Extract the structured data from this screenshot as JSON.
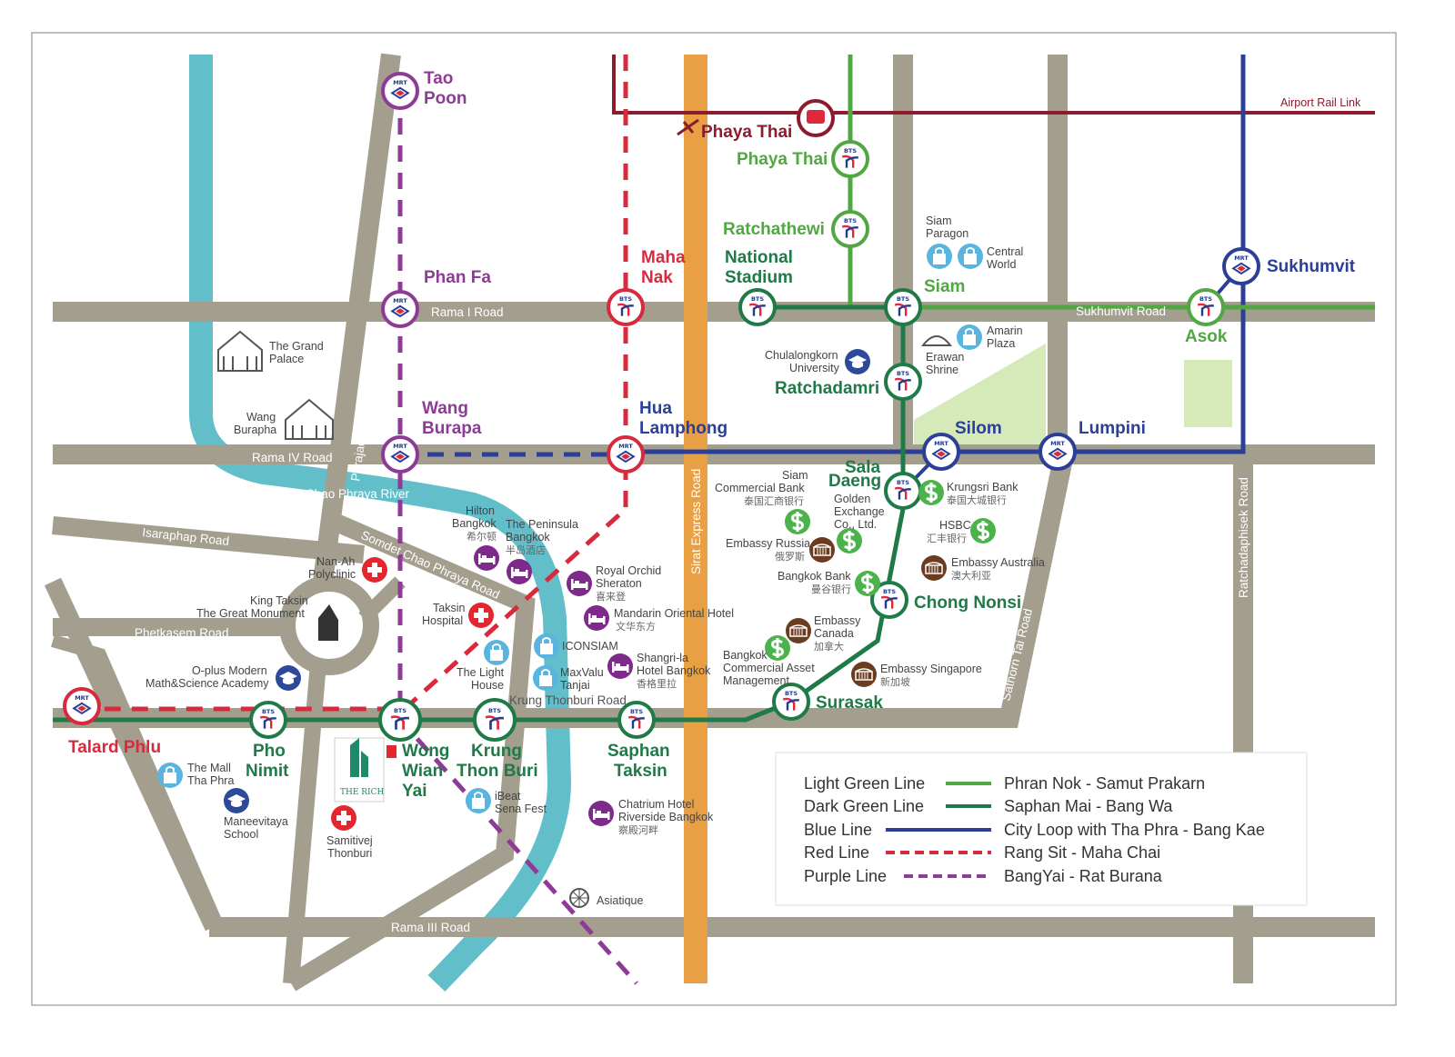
{
  "colors": {
    "road": "#a39e8d",
    "river": "#62bfca",
    "express": "#e9a044",
    "light_green": "#52a744",
    "dark_green": "#1f7a47",
    "blue": "#2b3f97",
    "red": "#d82a3d",
    "purple": "#8e3b97",
    "airport": "#8c1b2d",
    "park": "#d6e9b8"
  },
  "stations": {
    "tao_poon": [
      "Tao",
      "Poon"
    ],
    "phan_fa": "Phan Fa",
    "wang_burapa": [
      "Wang",
      "Burapa"
    ],
    "maha_nak": [
      "Maha",
      "Nak"
    ],
    "hua_lamphong": [
      "Hua",
      "Lamphong"
    ],
    "phaya_thai_arl": "Phaya Thai",
    "phaya_thai_bts": "Phaya Thai",
    "ratchathewi": "Ratchathewi",
    "national_stadium": [
      "National",
      "Stadium"
    ],
    "siam": "Siam",
    "sukhumvit": "Sukhumvit",
    "asok": "Asok",
    "ratchadamri": "Ratchadamri",
    "silom": "Silom",
    "lumpini": "Lumpini",
    "sala_daeng": [
      "Sala",
      "Daeng"
    ],
    "chong_nonsi": "Chong Nonsi",
    "surasak": "Surasak",
    "saphan_taksin": [
      "Saphan",
      "Taksin"
    ],
    "krung_thon_buri": [
      "Krung",
      "Thon Buri"
    ],
    "wong_wian_yai": [
      "Wong",
      "Wian",
      "Yai"
    ],
    "pho_nimit": [
      "Pho",
      "Nimit"
    ],
    "talard_phlu": "Talard Phlu"
  },
  "station_badges": {
    "bts": "BTS",
    "mrt": "MRT"
  },
  "roads": {
    "airport_rail_link": "Airport Rail Link",
    "rama_i": "Rama I Road",
    "sukhumvit": "Sukhumvit Road",
    "rama_iv": "Rama IV Road",
    "phrajadhipok": "Phrajadhipok Road",
    "river": "Chao Phraya River",
    "isaraphap": "Isaraphap Road",
    "somdet": "Somdet Chao Phraya Road",
    "phetkasem": "Phetkasem Road",
    "krung_thonburi": "Krung Thonburi Road",
    "sirat": "Sirat Express Road",
    "sathorn_tai": "Sathorn Tai Road",
    "ratchadaphisek": "Ratchadaphisek Road",
    "rama_iii": "Rama III Road"
  },
  "pois": {
    "grand_palace": [
      "The Grand",
      "Palace"
    ],
    "wang_burapha": [
      "Wang",
      "Burapha"
    ],
    "siam_paragon": [
      "Siam",
      "Paragon"
    ],
    "central_world": [
      "Central",
      "World"
    ],
    "amarin_plaza": [
      "Amarin",
      "Plaza"
    ],
    "erawan_shrine": [
      "Erawan",
      "Shrine"
    ],
    "chulalongkorn": [
      "Chulalongkorn",
      "University"
    ],
    "hilton": [
      "Hilton",
      "Bangkok",
      "希尔顿"
    ],
    "peninsula": [
      "The Peninsula",
      "Bangkok",
      "半岛酒店"
    ],
    "nanah": [
      "Nan-Ah",
      "Polyclinic"
    ],
    "royal_orchid": [
      "Royal Orchid",
      "Sheraton",
      "喜来登"
    ],
    "mandarin": [
      "Mandarin Oriental Hotel",
      "文华东方"
    ],
    "taksin_hospital": [
      "Taksin",
      "Hospital"
    ],
    "king_taksin": [
      "King Taksin",
      "The Great Monument"
    ],
    "iconsiam": "ICONSIAM",
    "light_house": [
      "The Light",
      "House"
    ],
    "maxvalu": [
      "MaxValu",
      "Tanjai"
    ],
    "shangrila": [
      "Shangri-la",
      "Hotel Bangkok",
      "香格里拉"
    ],
    "oplus": [
      "O-plus Modern",
      "Math&Science Academy"
    ],
    "scb": [
      "Siam",
      "Commercial Bank",
      "泰国汇商银行"
    ],
    "golden_exchange": [
      "Golden",
      "Exchange",
      "Co., Ltd."
    ],
    "krungsri": [
      "Krungsri Bank",
      "泰国大城银行"
    ],
    "hsbc": [
      "HSBC",
      "汇丰银行"
    ],
    "embassy_russia": [
      "Embassy Russia",
      "俄罗斯"
    ],
    "embassy_australia": [
      "Embassy Australia",
      "澳大利亚"
    ],
    "bangkok_bank": [
      "Bangkok Bank",
      "曼谷银行"
    ],
    "embassy_canada": [
      "Embassy",
      "Canada",
      "加拿大"
    ],
    "bcam": [
      "Bangkok",
      "Commercial Asset",
      "Management"
    ],
    "embassy_singapore": [
      "Embassy Singapore",
      "新加坡"
    ],
    "mall_thapra": [
      "The Mall",
      "Tha Phra"
    ],
    "maneevitaya": [
      "Maneevitaya",
      "School"
    ],
    "the_rich": "THE RICH",
    "samitivej": [
      "Samitivej",
      "Thonburi"
    ],
    "ibeat": [
      "iBeat",
      "Sena Fest"
    ],
    "chatrium": [
      "Chatrium Hotel",
      "Riverside Bangkok",
      "察殿河畔"
    ],
    "asiatique": "Asiatique"
  },
  "legend": [
    {
      "name": "Light Green Line",
      "desc": "Phran Nok - Samut Prakarn",
      "color": "#52a744",
      "style": "solid"
    },
    {
      "name": "Dark Green Line",
      "desc": "Saphan Mai - Bang Wa",
      "color": "#1f7a47",
      "style": "solid"
    },
    {
      "name": "Blue Line",
      "desc": "City Loop with Tha Phra - Bang Kae",
      "color": "#2b3f97",
      "style": "solid"
    },
    {
      "name": "Red Line",
      "desc": "Rang Sit - Maha Chai",
      "color": "#d82a3d",
      "style": "dashed"
    },
    {
      "name": "Purple Line",
      "desc": "BangYai - Rat Burana",
      "color": "#8e3b97",
      "style": "dashed"
    }
  ]
}
